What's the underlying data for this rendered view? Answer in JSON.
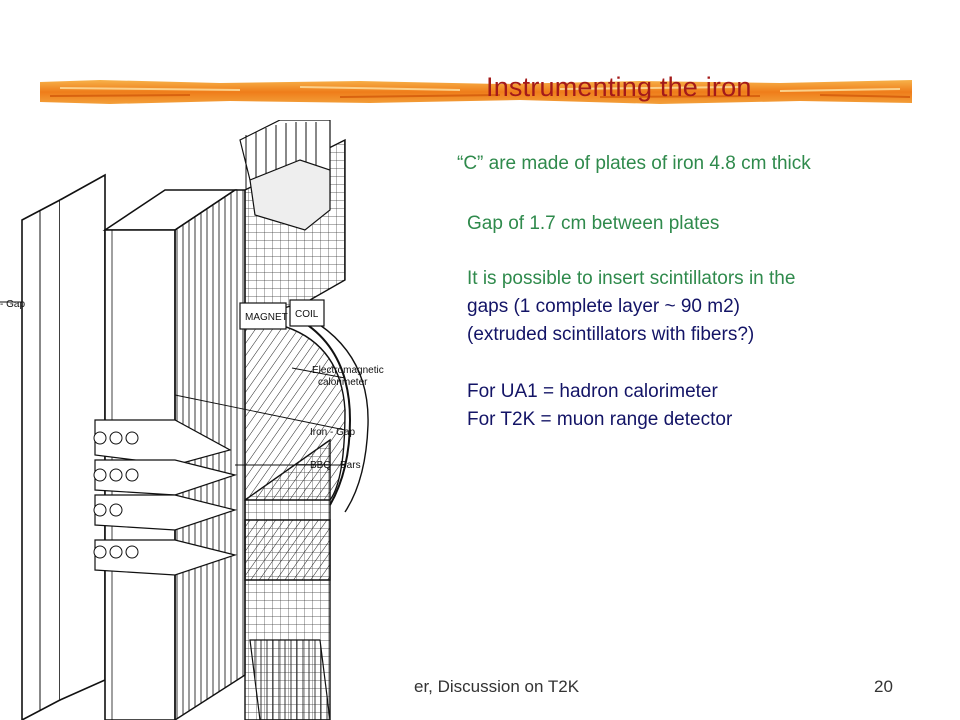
{
  "slide": {
    "title": "Instrumenting the iron",
    "bullets": [
      "“C” are made of plates of iron 4.8 cm thick",
      "Gap of 1.7 cm between plates",
      "It is possible to insert scintillators in the",
      "gaps  (1 complete layer ~ 90 m2)",
      "(extruded scintillators with fibers?)",
      "For UA1 = hadron calorimeter",
      "For T2K = muon range detector"
    ],
    "colors": {
      "title": "#a31a1a",
      "green_text": "#2f8a4c",
      "navy_text": "#131466",
      "title_bar": "#f0891e"
    }
  },
  "drawing": {
    "labels": {
      "gap": "- Gap",
      "magnet": "MAGNET",
      "coil": "COIL",
      "em_cal_1": "Electromagnetic",
      "em_cal_2": "calorimeter",
      "iron_gap": "Iron - Gap",
      "bbq_bars": "BBQ - Bars"
    }
  },
  "footer": {
    "text": "er,  Discussion on T2K",
    "page_number": "20"
  }
}
